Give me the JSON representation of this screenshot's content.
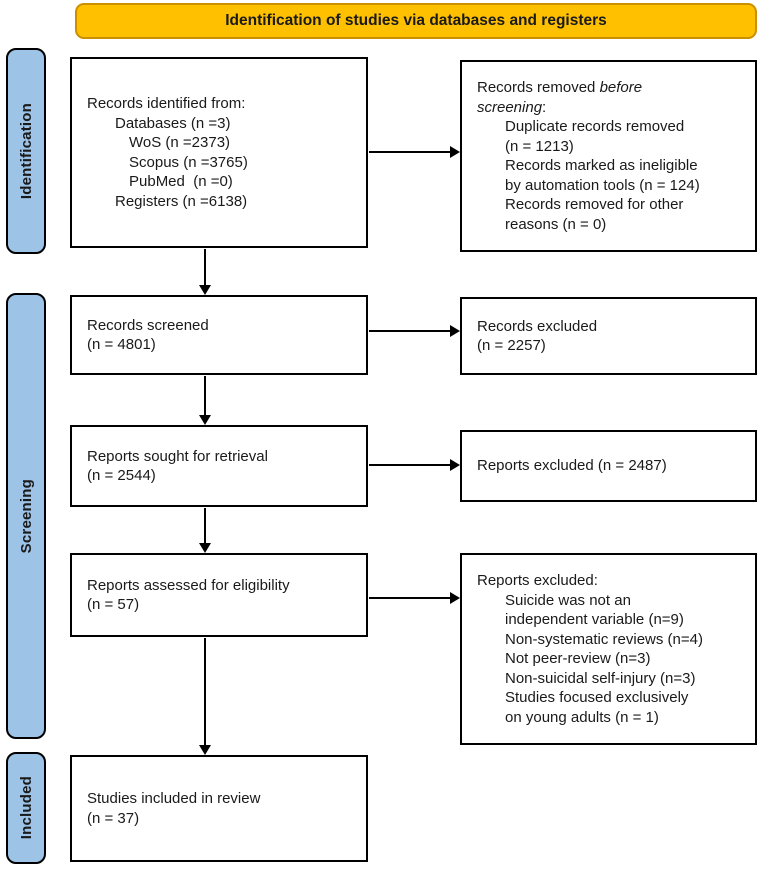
{
  "theme": {
    "banner_bg": "#FFC000",
    "banner_border": "#CA9000",
    "sidebar_bg": "#9DC3E6",
    "border_color": "#000000",
    "text_color": "#1A1A1A"
  },
  "banner": {
    "title": "Identification of studies via databases and registers"
  },
  "stages": {
    "identification": "Identification",
    "screening": "Screening",
    "included": "Included"
  },
  "left": {
    "records_identified": {
      "lines": [
        {
          "t": "Records identified from:",
          "i": 0
        },
        {
          "t": "Databases (n =3)",
          "i": 1
        },
        {
          "t": "WoS (n =2373)",
          "i": 2
        },
        {
          "t": "Scopus (n =3765)",
          "i": 2
        },
        {
          "t": "PubMed  (n =0)",
          "i": 2
        },
        {
          "t": "Registers (n =6138)",
          "i": 1
        }
      ]
    },
    "records_screened": {
      "lines": [
        {
          "t": "Records screened",
          "i": 0
        },
        {
          "t": "(n = 4801)",
          "i": 0
        }
      ]
    },
    "reports_sought": {
      "lines": [
        {
          "t": "Reports sought for retrieval",
          "i": 0
        },
        {
          "t": "(n = 2544)",
          "i": 0
        }
      ]
    },
    "reports_assessed": {
      "lines": [
        {
          "t": "Reports assessed for eligibility",
          "i": 0
        },
        {
          "t": "(n = 57)",
          "i": 0
        }
      ]
    },
    "studies_included": {
      "lines": [
        {
          "t": "Studies included in review",
          "i": 0
        },
        {
          "t": "(n = 37)",
          "i": 0
        }
      ]
    }
  },
  "right": {
    "records_removed": {
      "h1_normal": "Records removed ",
      "h1_italic": "before",
      "h2_italic": "screening",
      "h2_normal": ":",
      "lines": [
        {
          "t": "Duplicate records removed",
          "i": 1
        },
        {
          "t": "(n = 1213)",
          "i": 1
        },
        {
          "t": "Records marked as ineligible",
          "i": 1
        },
        {
          "t": "by automation tools (n = 124)",
          "i": 1
        },
        {
          "t": "Records removed for other",
          "i": 1
        },
        {
          "t": "reasons (n = 0)",
          "i": 1
        }
      ]
    },
    "records_excluded": {
      "lines": [
        {
          "t": "Records excluded",
          "i": 0
        },
        {
          "t": "(n = 2257)",
          "i": 0
        }
      ]
    },
    "reports_excluded": {
      "lines": [
        {
          "t": "Reports excluded (n = 2487)",
          "i": 0
        }
      ]
    },
    "reports_excluded_detail": {
      "lines": [
        {
          "t": "Reports excluded:",
          "i": 0
        },
        {
          "t": "Suicide was not an",
          "i": 1
        },
        {
          "t": "independent variable (n=9)",
          "i": 1
        },
        {
          "t": "Non-systematic reviews (n=4)",
          "i": 1
        },
        {
          "t": "Not peer-review (n=3)",
          "i": 1
        },
        {
          "t": "Non-suicidal self-injury (n=3)",
          "i": 1
        },
        {
          "t": "Studies focused exclusively",
          "i": 1
        },
        {
          "t": "on young adults (n = 1)",
          "i": 1
        }
      ]
    }
  }
}
